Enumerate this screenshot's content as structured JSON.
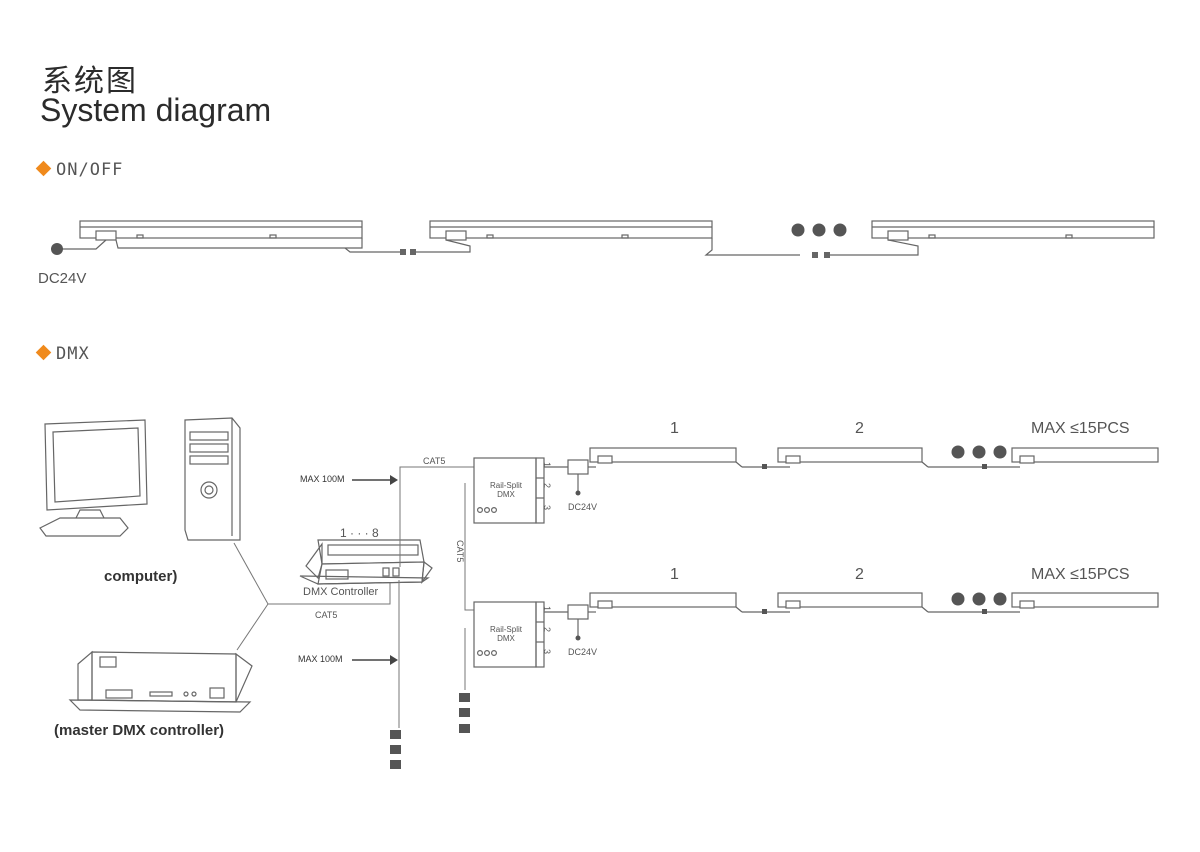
{
  "header": {
    "title_cn": "系统图",
    "title_en": "System diagram"
  },
  "sections": {
    "onoff": "ON/OFF",
    "dmx": "DMX"
  },
  "onoff": {
    "power_label": "DC24V"
  },
  "dmx": {
    "computer_label": "computer)",
    "master_label": "(master DMX controller)",
    "dmx_controller_label": "DMX Controller",
    "ports_label": "1 · · · 8",
    "cat5_label": "CAT5",
    "max100_label": "MAX 100M",
    "rail_split_line1": "Rail-Split",
    "rail_split_line2": "DMX",
    "output_nums": [
      "1",
      "2",
      "3"
    ],
    "dc24v": "DC24V",
    "bar_numbers": [
      "1",
      "2"
    ],
    "max_pcs": "MAX ≤15PCS"
  },
  "colors": {
    "accent": "#f08a1c",
    "line": "#555555",
    "dot": "#555555"
  }
}
